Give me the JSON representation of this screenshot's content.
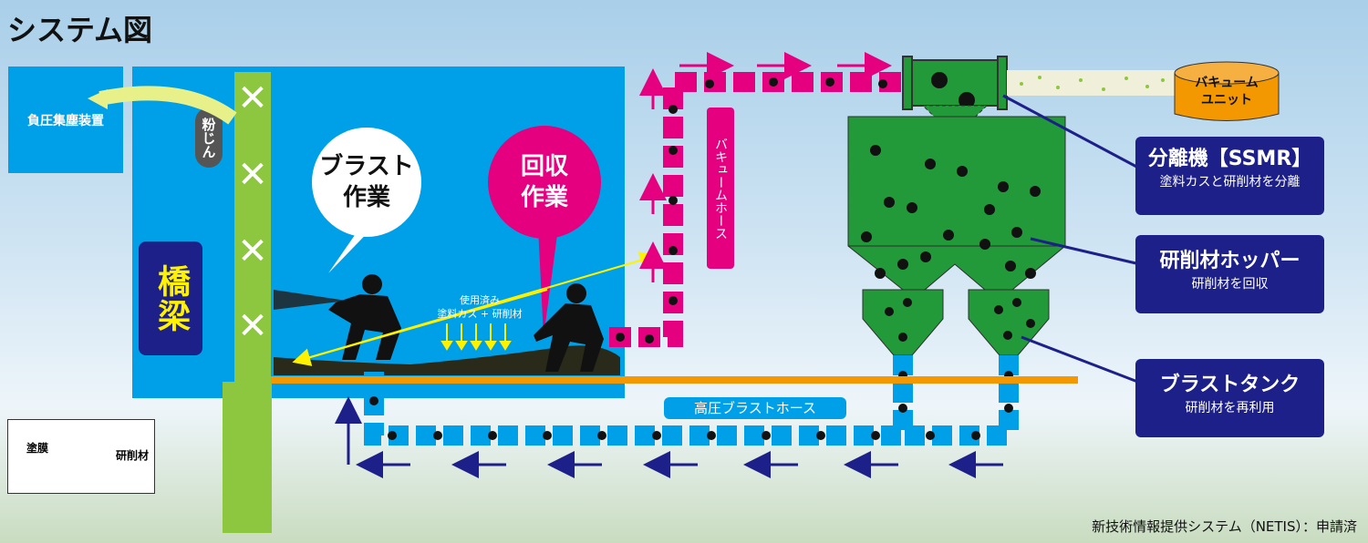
{
  "title": "システム図",
  "negative_pressure": {
    "label": "負圧集塵装置"
  },
  "dust_label": "粉じん",
  "bridge_label": "橋梁",
  "blast_work": {
    "line1": "ブラスト",
    "line2": "作業"
  },
  "recovery_work": {
    "line1": "回収",
    "line2": "作業"
  },
  "used_material": {
    "line1": "使用済み",
    "line2": "塗料カス + 研削材"
  },
  "vacuum_hose_label": "バキュームホース",
  "high_pressure_hose_label": "高圧ブラストホース",
  "vacuum_unit": {
    "line1": "バキューム",
    "line2": "ユニット"
  },
  "separator": {
    "title": "分離機【SSMR】",
    "desc": "塗料カスと研削材を分離"
  },
  "hopper": {
    "title": "研削材ホッパー",
    "desc": "研削材を回収"
  },
  "blast_tank": {
    "title": "ブラストタンク",
    "desc": "研削材を再利用"
  },
  "legend": {
    "coating": "塗膜",
    "abrasive": "研削材"
  },
  "footer": "新技術情報提供システム（NETIS）：申請済",
  "colors": {
    "work_area": "#00a0e9",
    "pillar": "#8dc63f",
    "vacuum_hose": "#e4007f",
    "blast_hose": "#00a0e9",
    "equipment": "#229a3a",
    "label_box": "#1d2088",
    "highlight": "#fff200",
    "orange": "#f39800"
  }
}
